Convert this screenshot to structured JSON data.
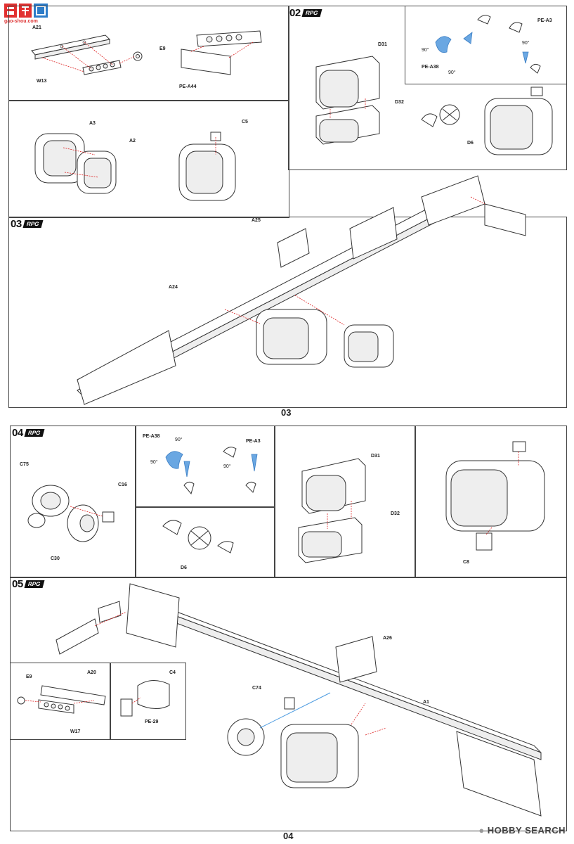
{
  "watermark": {
    "site_url": "gao-shou.com",
    "brand": "HOBBY SEARCH"
  },
  "pages": [
    {
      "page_number": "03",
      "steps": [
        {
          "step": "02",
          "brand": "RPG"
        },
        {
          "step": "03",
          "brand": "RPG"
        }
      ],
      "part_labels": [
        "A21",
        "E9",
        "W13",
        "PE-A44",
        "D31",
        "D32",
        "PE-A3",
        "PE-A38",
        "90°",
        "90°",
        "90°",
        "D6",
        "A3",
        "A2",
        "C5",
        "A25",
        "A24"
      ]
    },
    {
      "page_number": "04",
      "steps": [
        {
          "step": "04",
          "brand": "RPG"
        },
        {
          "step": "05",
          "brand": "RPG"
        }
      ],
      "part_labels": [
        "C75",
        "C16",
        "C30",
        "PE-A38",
        "PE-A3",
        "90°",
        "90°",
        "90°",
        "D6",
        "D31",
        "D32",
        "C8",
        "A26",
        "E9",
        "A20",
        "C4",
        "C74",
        "A1",
        "W17",
        "PE-29"
      ]
    }
  ]
}
